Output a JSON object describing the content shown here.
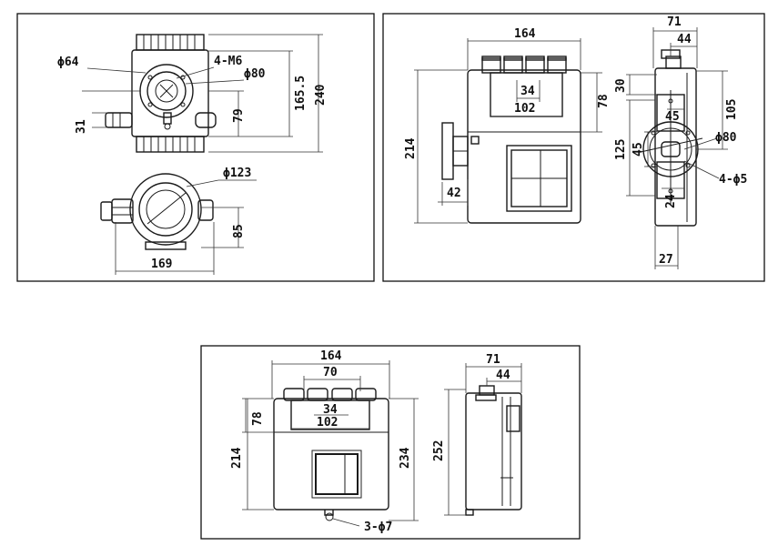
{
  "panel1": {
    "labels": {
      "phi64": "ϕ64",
      "m6": "4-M6",
      "phi80": "ϕ80",
      "d1655": "165.5",
      "d240": "240",
      "d79": "79",
      "d31": "31",
      "phi123": "ϕ123",
      "d85": "85",
      "d169": "169"
    }
  },
  "panel2": {
    "labels": {
      "d164": "164",
      "d34": "34",
      "d102": "102",
      "d78": "78",
      "d214": "214",
      "d42": "42",
      "d71": "71",
      "d44": "44",
      "d30": "30",
      "d105": "105",
      "d45a": "45",
      "d125": "125",
      "phi80": "ϕ80",
      "d45b": "45",
      "phi5": "4-ϕ5",
      "d24": "24",
      "d27": "27"
    }
  },
  "panel3": {
    "labels": {
      "d164": "164",
      "d70": "70",
      "d34": "34",
      "d102": "102",
      "d78": "78",
      "d214": "214",
      "d234": "234",
      "phi7": "3-ϕ7",
      "d71": "71",
      "d44": "44",
      "d252": "252"
    }
  }
}
